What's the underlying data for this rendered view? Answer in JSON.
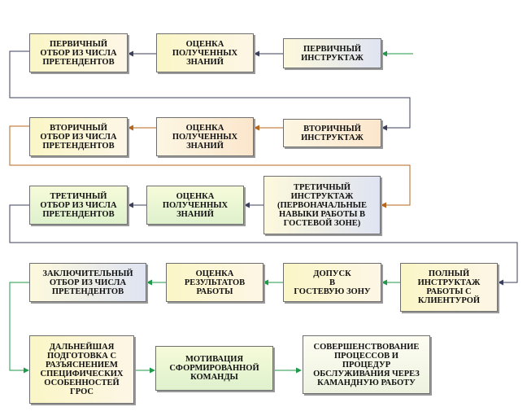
{
  "rows": [
    {
      "boxes": [
        {
          "id": "b1a",
          "text": "ПЕРВИЧНЫЙ\nОТБОР ИЗ ЧИСЛА\nПРЕТЕНДЕНТОВ"
        },
        {
          "id": "b1b",
          "text": "ОЦЕНКА\nПОЛУЧЕННЫХ\nЗНАНИЙ"
        },
        {
          "id": "b1c",
          "text": "ПЕРВИЧНЫЙ\nИНСТРУКТАЖ"
        }
      ]
    },
    {
      "boxes": [
        {
          "id": "b2a",
          "text": "ВТОРИЧНЫЙ\nОТБОР ИЗ ЧИСЛА\nПРЕТЕНДЕНТОВ"
        },
        {
          "id": "b2b",
          "text": "ОЦЕНКА\nПОЛУЧЕННЫХ\nЗНАНИЙ"
        },
        {
          "id": "b2c",
          "text": "ВТОРИЧНЫЙ\nИНСТРУКТАЖ"
        }
      ]
    },
    {
      "boxes": [
        {
          "id": "b3a",
          "text": "ТРЕТИЧНЫЙ\nОТБОР ИЗ ЧИСЛА\nПРЕТЕНДЕНТОВ"
        },
        {
          "id": "b3b",
          "text": "ОЦЕНКА\nПОЛУЧЕННЫХ\nЗНАНИЙ"
        },
        {
          "id": "b3c",
          "text": "ТРЕТИЧНЫЙ\nИНСТРУКТАЖ\n(ПЕРВОНАЧАЛЬНЫЕ\nНАВЫКИ РАБОТЫ В\nГОСТЕВОЙ ЗОНЕ)"
        }
      ]
    },
    {
      "boxes": [
        {
          "id": "b4a",
          "text": "ЗАКЛЮЧИТЕЛЬНЫЙ\nОТБОР ИЗ ЧИСЛА\nПРЕТЕНДЕНТОВ"
        },
        {
          "id": "b4b",
          "text": "ОЦЕНКА\nРЕЗУЛЬТАТОВ\nРАБОТЫ"
        },
        {
          "id": "b4c",
          "text": "ДОПУСК\nВ\nГОСТЕВУЮ ЗОНУ"
        },
        {
          "id": "b4d",
          "text": "ПОЛНЫЙ\nИНСТРУКТАЖ\nРАБОТЫ С\nКЛИЕНТУРОЙ"
        }
      ]
    },
    {
      "boxes": [
        {
          "id": "b5a",
          "text": "ДАЛЬНЕЙШАЯ\nПОДГОТОВКА С\nРАЗЪЯСНЕНИЕМ\nСПЕЦИФИЧЕСКИХ\nОСОБЕННОСТЕЙ\nГРОС"
        },
        {
          "id": "b5b",
          "text": "МОТИВАЦИЯ\nСФОРМИРОВАННОЙ\nКОМАНДЫ"
        },
        {
          "id": "b5c",
          "text": "СОВЕРШЕНСТВОВАНИЕ\nПРОЦЕССОВ И\nПРОЦЕДУР\nОБСЛУЖИВАНИЯ ЧЕРЕЗ\nКАМАНДНУЮ РАБОТУ"
        }
      ]
    }
  ],
  "colors": {
    "line_dark": "#3c3f5a",
    "line_brown": "#b5651d",
    "line_green": "#1f9a4a"
  }
}
